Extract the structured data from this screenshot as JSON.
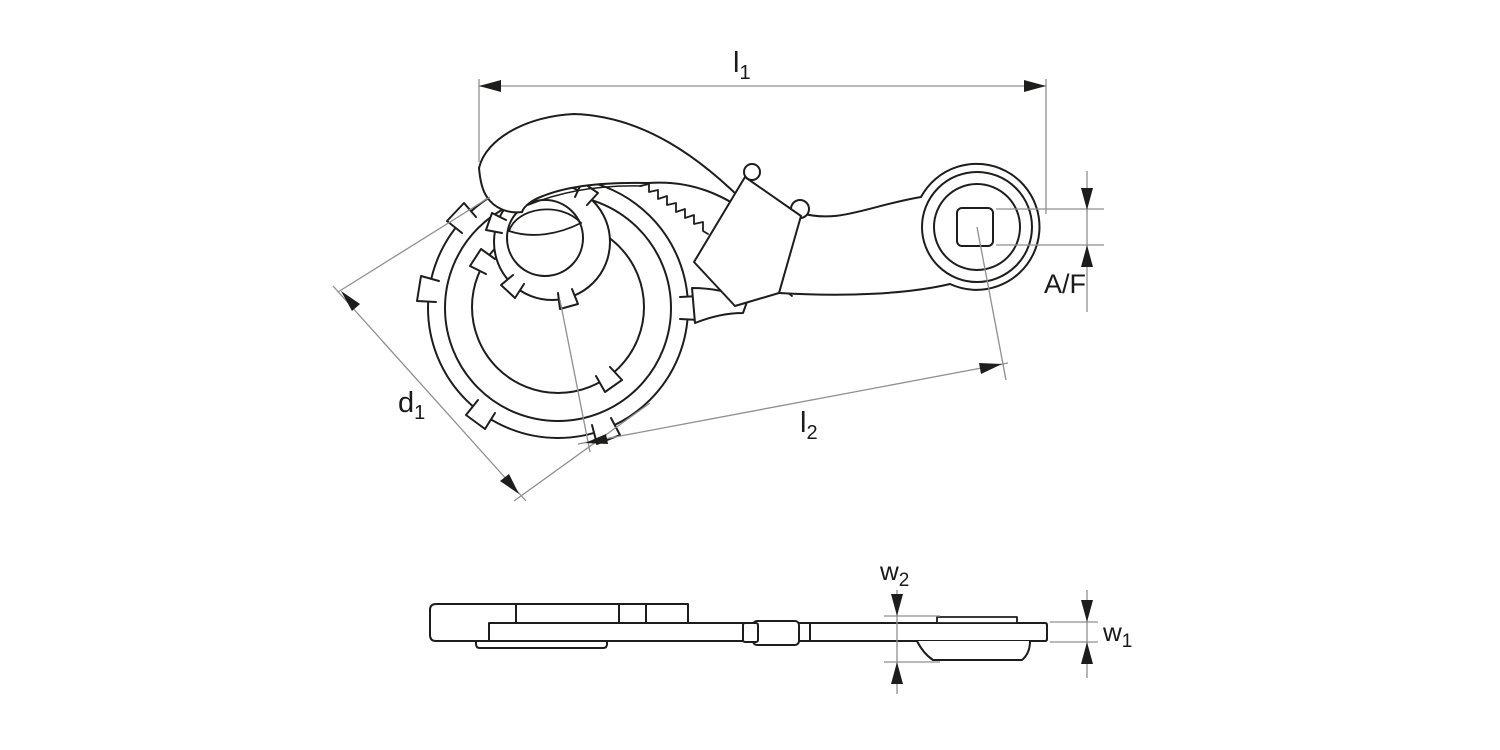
{
  "dims": {
    "l1": {
      "base": "l",
      "sub": "1"
    },
    "l2": {
      "base": "l",
      "sub": "2"
    },
    "d1": {
      "base": "d",
      "sub": "1"
    },
    "w1": {
      "base": "w",
      "sub": "1"
    },
    "w2": {
      "base": "w",
      "sub": "2"
    },
    "af": "A/F"
  },
  "colors": {
    "outline": "#1d1d1b",
    "dimension_line": "#8f8f8f",
    "arrow": "#1d1d1b",
    "label_text": "#1a1a1a",
    "background": "#ffffff"
  }
}
